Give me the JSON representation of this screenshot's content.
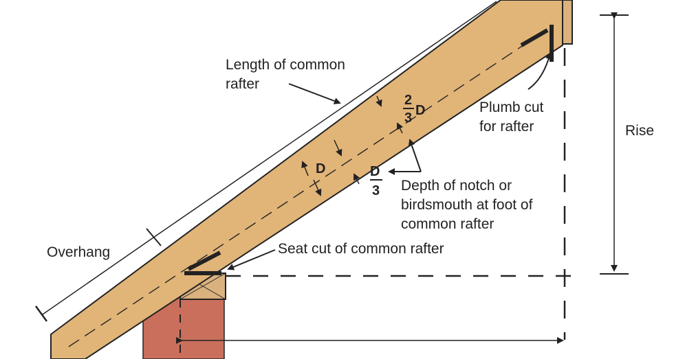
{
  "labels": {
    "length_line1": "Length of common",
    "length_line2": "rafter",
    "plumb_line1": "Plumb cut",
    "plumb_line2": "for rafter",
    "rise": "Rise",
    "depth_symbol": "D",
    "two_thirds_num": "2",
    "two_thirds_den": "3",
    "two_thirds_d": "D",
    "third_num": "D",
    "third_den": "3",
    "notch_line1": "Depth of notch or",
    "notch_line2": "birdsmouth at foot of",
    "notch_line3": "common rafter",
    "overhang": "Overhang",
    "seat_cut": "Seat cut of common rafter"
  },
  "colors": {
    "rafter_wood": "#e1b478",
    "plate_wood": "#d9b27e",
    "brick": "#c96f5b",
    "ink": "#222222"
  }
}
